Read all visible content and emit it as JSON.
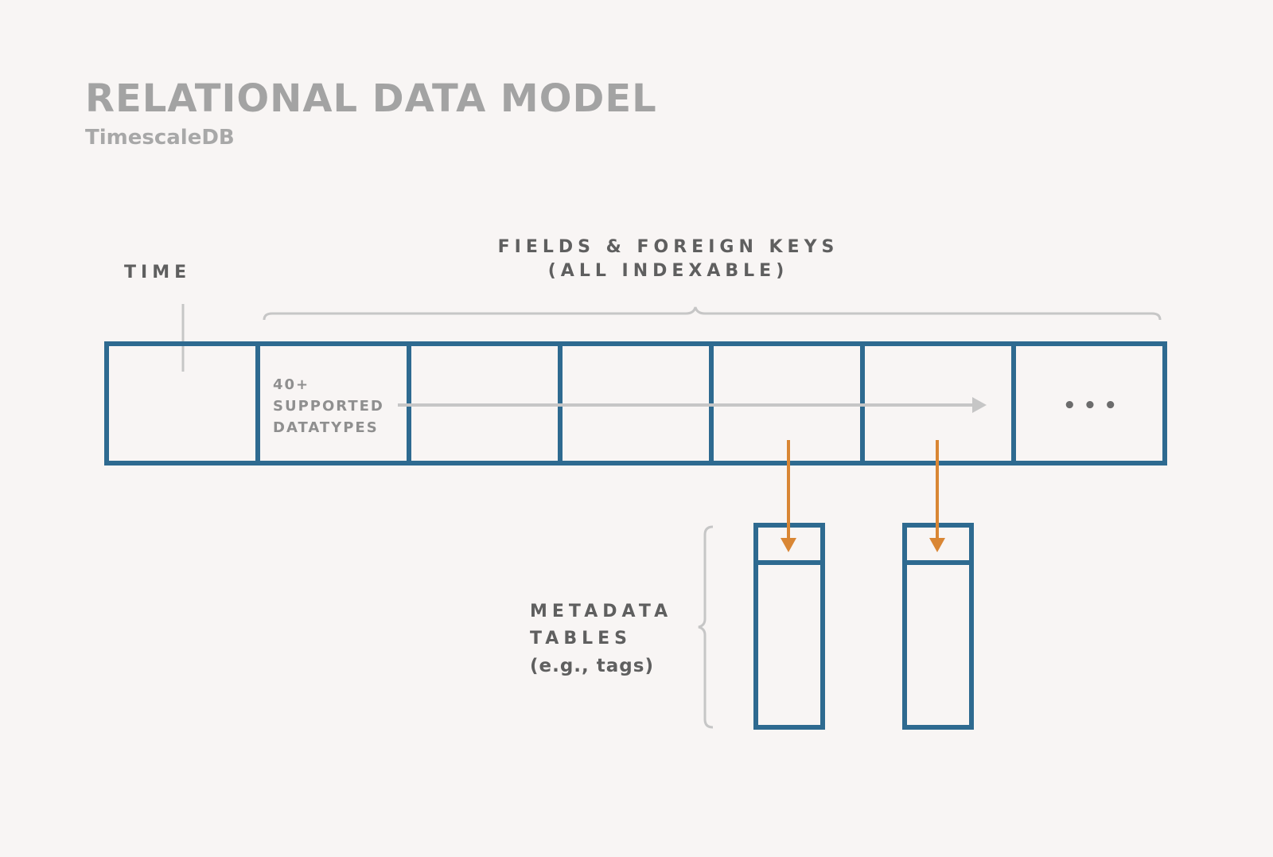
{
  "title": "RELATIONAL DATA MODEL",
  "subtitle": "TimescaleDB",
  "labels": {
    "time": "TIME",
    "fields_line1": "FIELDS & FOREIGN KEYS",
    "fields_line2": "(ALL INDEXABLE)",
    "datatypes_line1": "40+",
    "datatypes_line2": "SUPPORTED",
    "datatypes_line3": "DATATYPES",
    "ellipsis": "• • •",
    "metadata_line1": "METADATA",
    "metadata_line2": "TABLES",
    "metadata_line3": "(e.g., tags)"
  },
  "colors": {
    "table_border": "#2e6a90",
    "foreign_key_arrow": "#d98634",
    "guide_lines": "#c6c6c6",
    "label_text": "#5f5f5f",
    "title_text": "#a3a3a3",
    "background": "#f8f5f4"
  },
  "diagram": {
    "row_cell_count": 7,
    "metadata_table_count": 2
  }
}
